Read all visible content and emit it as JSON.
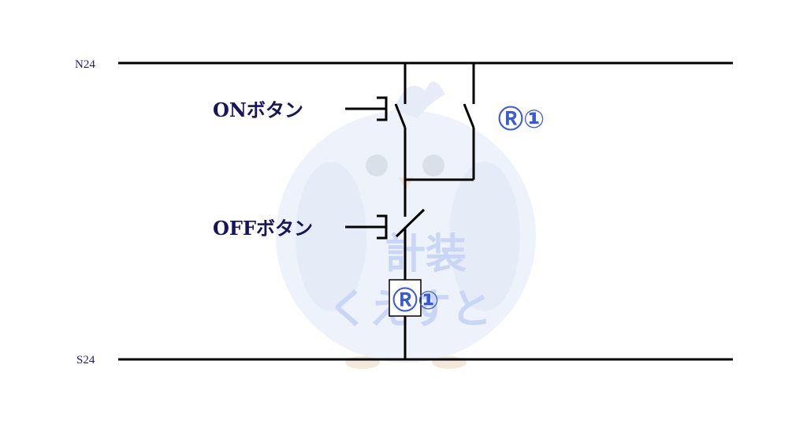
{
  "rails": {
    "top_label": "N24",
    "bottom_label": "S24"
  },
  "buttons": {
    "on_label": "ONボタン",
    "off_label": "OFFボタン"
  },
  "relay": {
    "contact_label": "Ⓡ①",
    "coil_label": "Ⓡ①"
  },
  "watermark": {
    "line1": "計装",
    "line2": "くえすと"
  },
  "colors": {
    "rail_label": "#1a1a7a",
    "button_label": "#15155c",
    "relay_label": "#3a5ad8",
    "line": "#000000",
    "watermark_text": "#c9d6f5",
    "watermark_bird": "#e9eef9"
  }
}
